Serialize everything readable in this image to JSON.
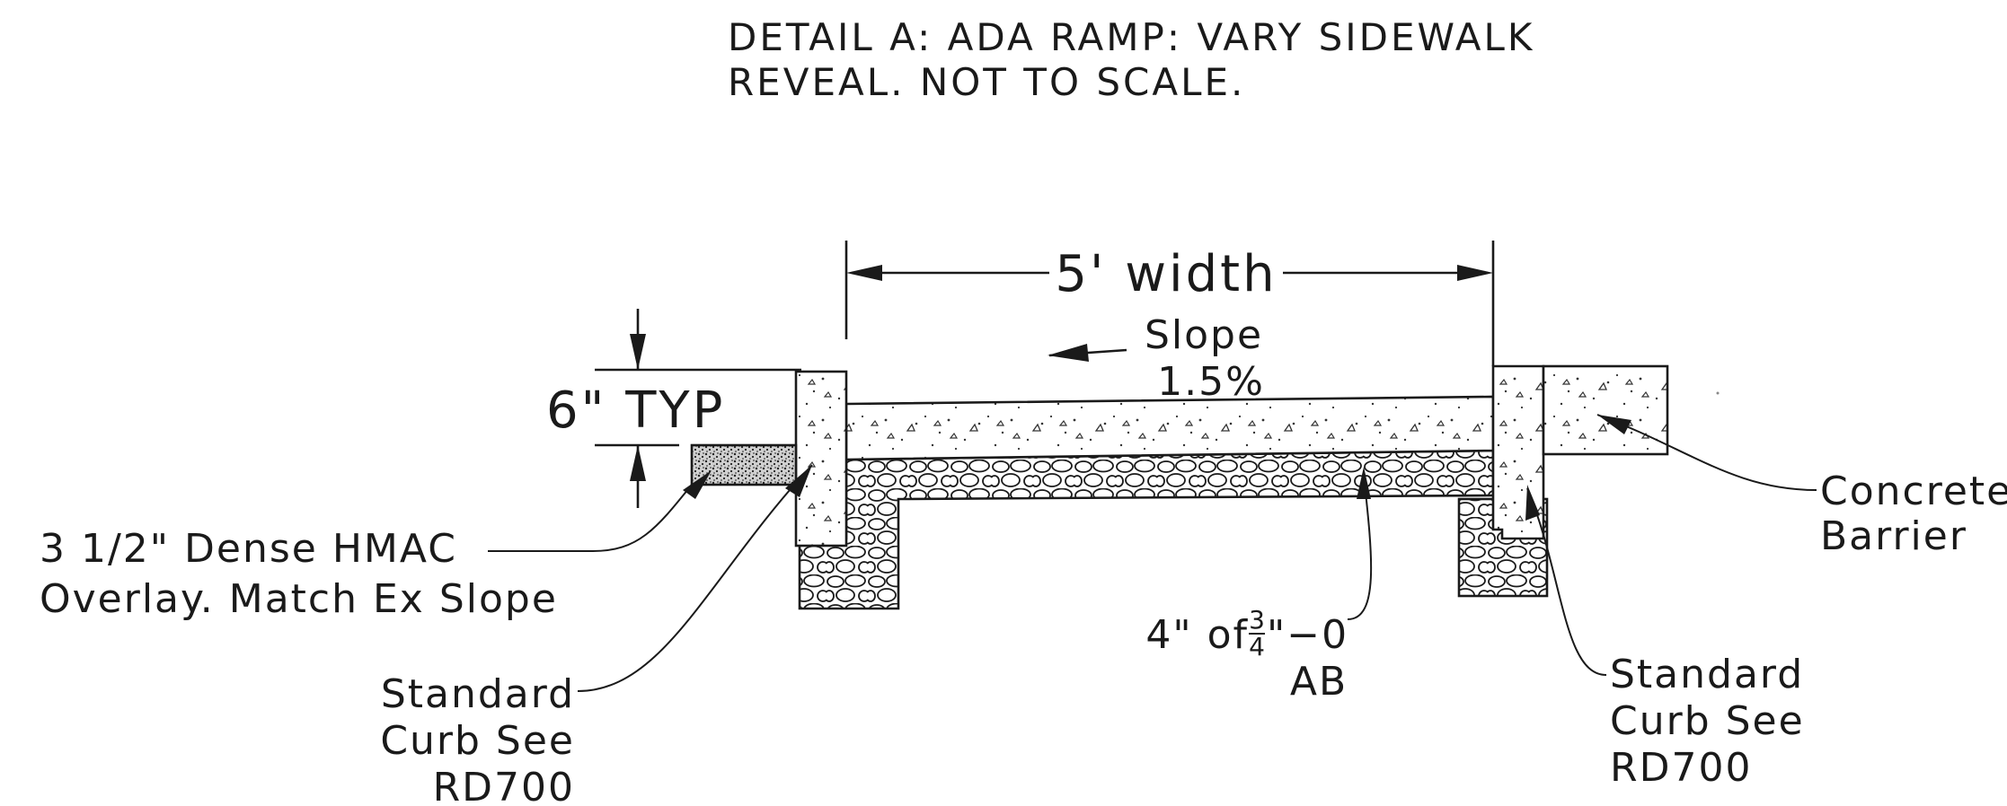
{
  "title": {
    "line1": "DETAIL A: ADA RAMP:  VARY SIDEWALK",
    "line2": "REVEAL.  NOT TO SCALE."
  },
  "dimensions": {
    "width_label": "5' width",
    "slope_label": "Slope",
    "slope_value": "1.5%",
    "typ_label": "6\"  TYP"
  },
  "callouts": {
    "hmac_line1": "3 1/2\" Dense HMAC",
    "hmac_line2": "Overlay.  Match Ex Slope",
    "curb_left_line1": "Standard",
    "curb_left_line2": "Curb See",
    "curb_left_line3": "RD700",
    "base_prefix": "4\" of ",
    "base_fraction_num": "3",
    "base_fraction_den": "4",
    "base_suffix": "\"−0",
    "base_line2": "AB",
    "curb_right_line1": "Standard",
    "curb_right_line2": "Curb See",
    "curb_right_line3": "RD700",
    "barrier_line1": "Concrete",
    "barrier_line2": "Barrier"
  }
}
